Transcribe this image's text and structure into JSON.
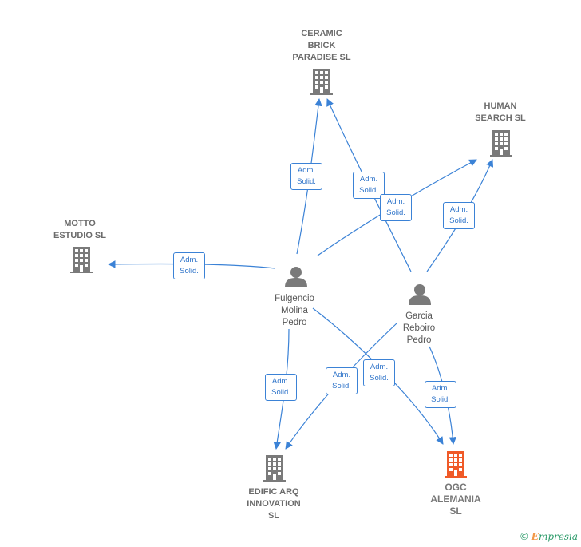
{
  "nodes": {
    "ceramic": {
      "label": "CERAMIC\nBRICK\nPARADISE  SL",
      "type": "company"
    },
    "human": {
      "label": "HUMAN\nSEARCH  SL",
      "type": "company"
    },
    "motto": {
      "label": "MOTTO\nESTUDIO  SL",
      "type": "company"
    },
    "edific": {
      "label": "EDIFIC ARQ\nINNOVATION\nSL",
      "type": "company"
    },
    "ogc": {
      "label": "OGC\nALEMANIA\nSL",
      "type": "company-highlight"
    },
    "fulgencio": {
      "label": "Fulgencio\nMolina\nPedro",
      "type": "person"
    },
    "garcia": {
      "label": "Garcia\nReboiro\nPedro",
      "type": "person"
    }
  },
  "edge_label": "Adm.\nSolid.",
  "colors": {
    "edge": "#3b82d6",
    "company": "#7a7a7a",
    "highlight": "#f05a28",
    "person": "#7a7a7a"
  },
  "footer": {
    "symbol": "©",
    "brand_initial": "E",
    "brand_rest": "mpresia"
  }
}
